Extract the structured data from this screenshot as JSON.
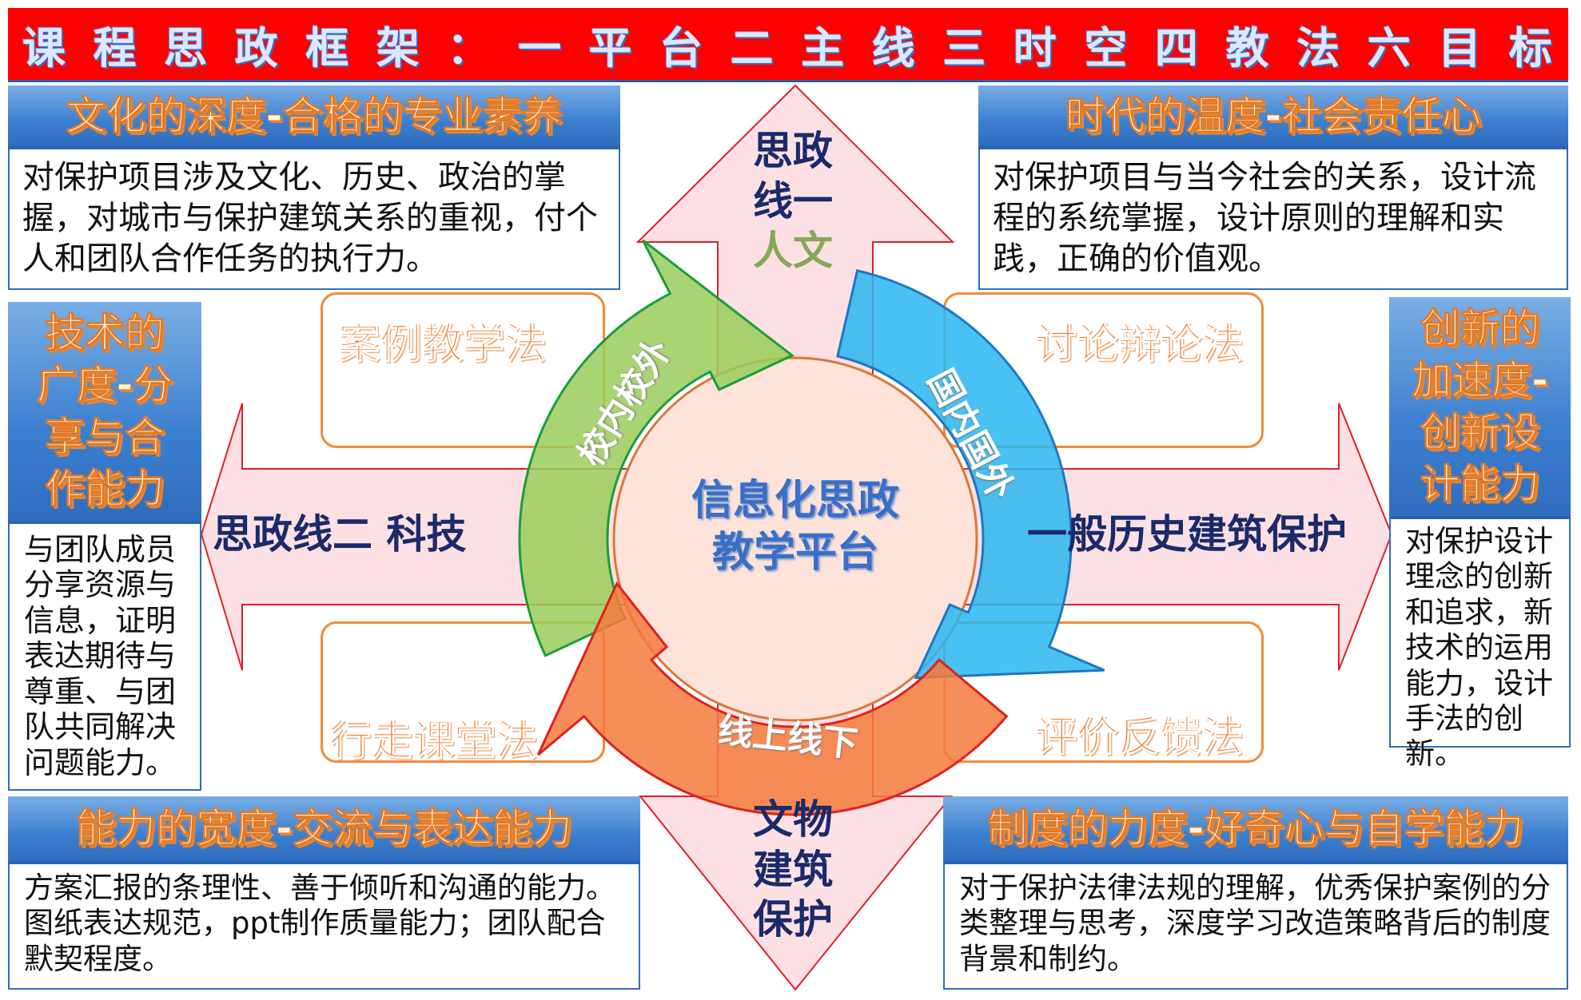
{
  "title": {
    "chars": [
      "课",
      "程",
      "思",
      "政",
      "框",
      "架",
      "：",
      "一",
      "平",
      "台",
      " ",
      "二",
      "主",
      "线",
      " ",
      "三",
      "时",
      "空",
      " ",
      "四",
      "教",
      "法",
      " ",
      "六",
      "目",
      "标"
    ],
    "full": "课程思政框架：一平台 二主线 三时空 四教法 六目标"
  },
  "goals": {
    "culture": {
      "header": "文化的深度-合格的专业素养",
      "body": "对保护项目涉及文化、历史、政治的掌握，对城市与保护建筑关系的重视，付个人和团队合作任务的执行力。"
    },
    "era": {
      "header": "时代的温度-社会责任心",
      "body": "对保护项目与当今社会的关系，设计流程的系统掌握，设计原则的理解和实践，正确的价值观。"
    },
    "tech": {
      "header": "技术的广度-分享与合作能力",
      "body": "与团队成员分享资源与信息，证明表达期待与尊重、与团队共同解决问题能力。"
    },
    "innovation": {
      "header": "创新的加速度-创新设计能力",
      "body": "对保护设计理念的创新和追求，新技术的运用能力，设计手法的创新。"
    },
    "ability": {
      "header": "能力的宽度-交流与表达能力",
      "body": "方案汇报的条理性、善于倾听和沟通的能力。图纸表达规范，ppt制作质量能力；团队配合默契程度。"
    },
    "system": {
      "header": "制度的力度-好奇心与自学能力",
      "body": "对于保护法律法规的理解，优秀保护案例的分类整理与思考，深度学习改造策略背后的制度背景和制约。"
    }
  },
  "methods": {
    "case": "案例教学法",
    "debate": "讨论辩论法",
    "walk": "行走课堂法",
    "feedback": "评价反馈法"
  },
  "lines": {
    "top_line1": "思政",
    "top_line2": "线一",
    "top_line3": "人文",
    "left": "思政线二 科技",
    "right": "一般历史建筑保护",
    "bottom_line1": "文物",
    "bottom_line2": "建筑",
    "bottom_line3": "保护"
  },
  "platform": {
    "line1": "信息化思政",
    "line2": "教学平台"
  },
  "spaces": {
    "green": "校内校外",
    "blue": "国内国外",
    "orange": "线上线下"
  },
  "colors": {
    "title_bg": "#ff0000",
    "header_blue": "#3b7fd0",
    "method_orange": "#f07a2a",
    "cross_fill": "#fde0e3",
    "cross_stroke": "#e0202a",
    "green": "#9acd5a",
    "blue": "#29b6f0",
    "orange": "#f47a3c",
    "axis_text": "#1a2a6a"
  }
}
